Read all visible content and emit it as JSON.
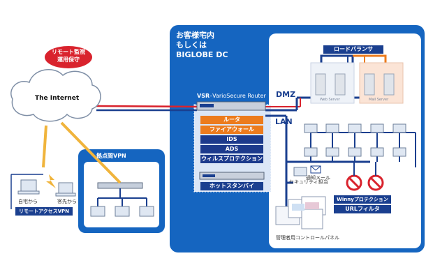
{
  "remote_badge": {
    "line1": "リモート監視",
    "line2": "運用保守"
  },
  "internet_label": "The Internet",
  "dc": {
    "title_line1": "お客様宅内",
    "title_line2": "もしくは",
    "title_line3": "BIGLOBE DC"
  },
  "router": {
    "title": "VSR",
    "subtitle": "–VarioSecure Router"
  },
  "functions": [
    {
      "label": "ルータ",
      "color": "#ec7b1d"
    },
    {
      "label": "ファイアウォール",
      "color": "#ec7b1d"
    },
    {
      "label": "IDS",
      "color": "#1c3a8c"
    },
    {
      "label": "ADS",
      "color": "#1c3a8c"
    },
    {
      "label": "ウィルスプロテクション",
      "color": "#1c3a8c"
    }
  ],
  "hot_standby": "ホットスタンバイ",
  "dmz_label": "DMZ",
  "lan_label": "LAN",
  "load_balancer": "ロードバランサ",
  "web_server": "Web Server",
  "mail_server": "Mail Server",
  "branch_vpn": "拠点間VPN",
  "remote_access": {
    "home": "自宅から",
    "customer": "客先から",
    "vpn_label": "リモートアクセスVPN"
  },
  "security_officer": "セキュリティ担当",
  "notify_mail": "通知メール",
  "winny": "Winnyプロテクション",
  "url_filter": "URLフィルタ",
  "admin_panel": "管理者用コントロールパネル",
  "colors": {
    "dc_bg": "#1565c0",
    "dark_blue": "#1a3f8f",
    "orange": "#ec7b1d",
    "red": "#d9232d",
    "yellow": "#f0b43c"
  }
}
